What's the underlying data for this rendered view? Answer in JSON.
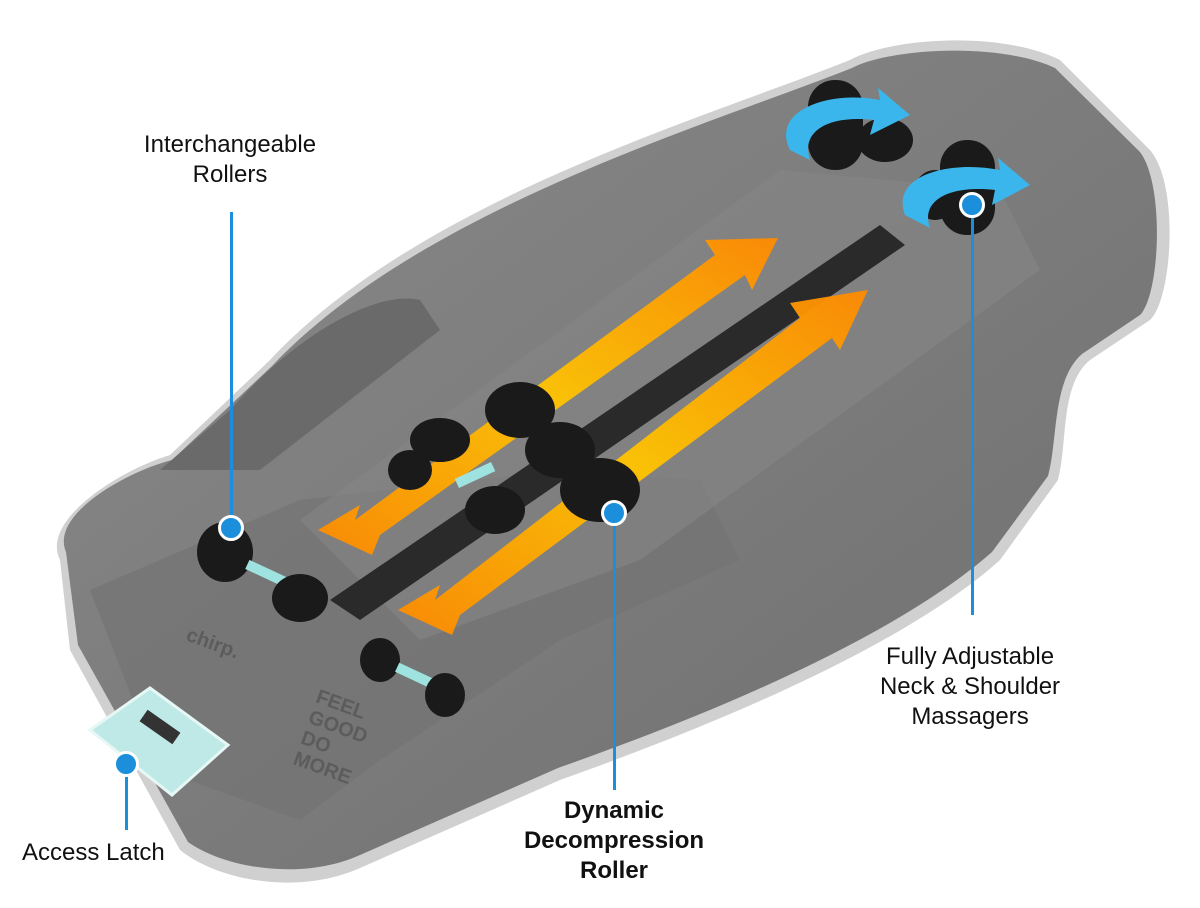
{
  "callouts": {
    "interchangeable_rollers": [
      "Interchangeable",
      "Rollers"
    ],
    "neck_shoulder": [
      "Fully Adjustable",
      "Neck & Shoulder",
      "Massagers"
    ],
    "decompression_roller": [
      "Dynamic",
      "Decompression",
      "Roller"
    ],
    "access_latch": [
      "Access Latch"
    ]
  },
  "device_markings": {
    "brand": "chirp.",
    "slogan": [
      "FEEL",
      "GOOD",
      "DO",
      "MORE"
    ]
  },
  "colors": {
    "callout": "#1b8fdc",
    "body": "#7a7a7a",
    "arrow_start": "#ffc400",
    "arrow_end": "#ff8a00",
    "rotation_arrow": "#3bb6ec",
    "latch": "#bfe9e6"
  }
}
